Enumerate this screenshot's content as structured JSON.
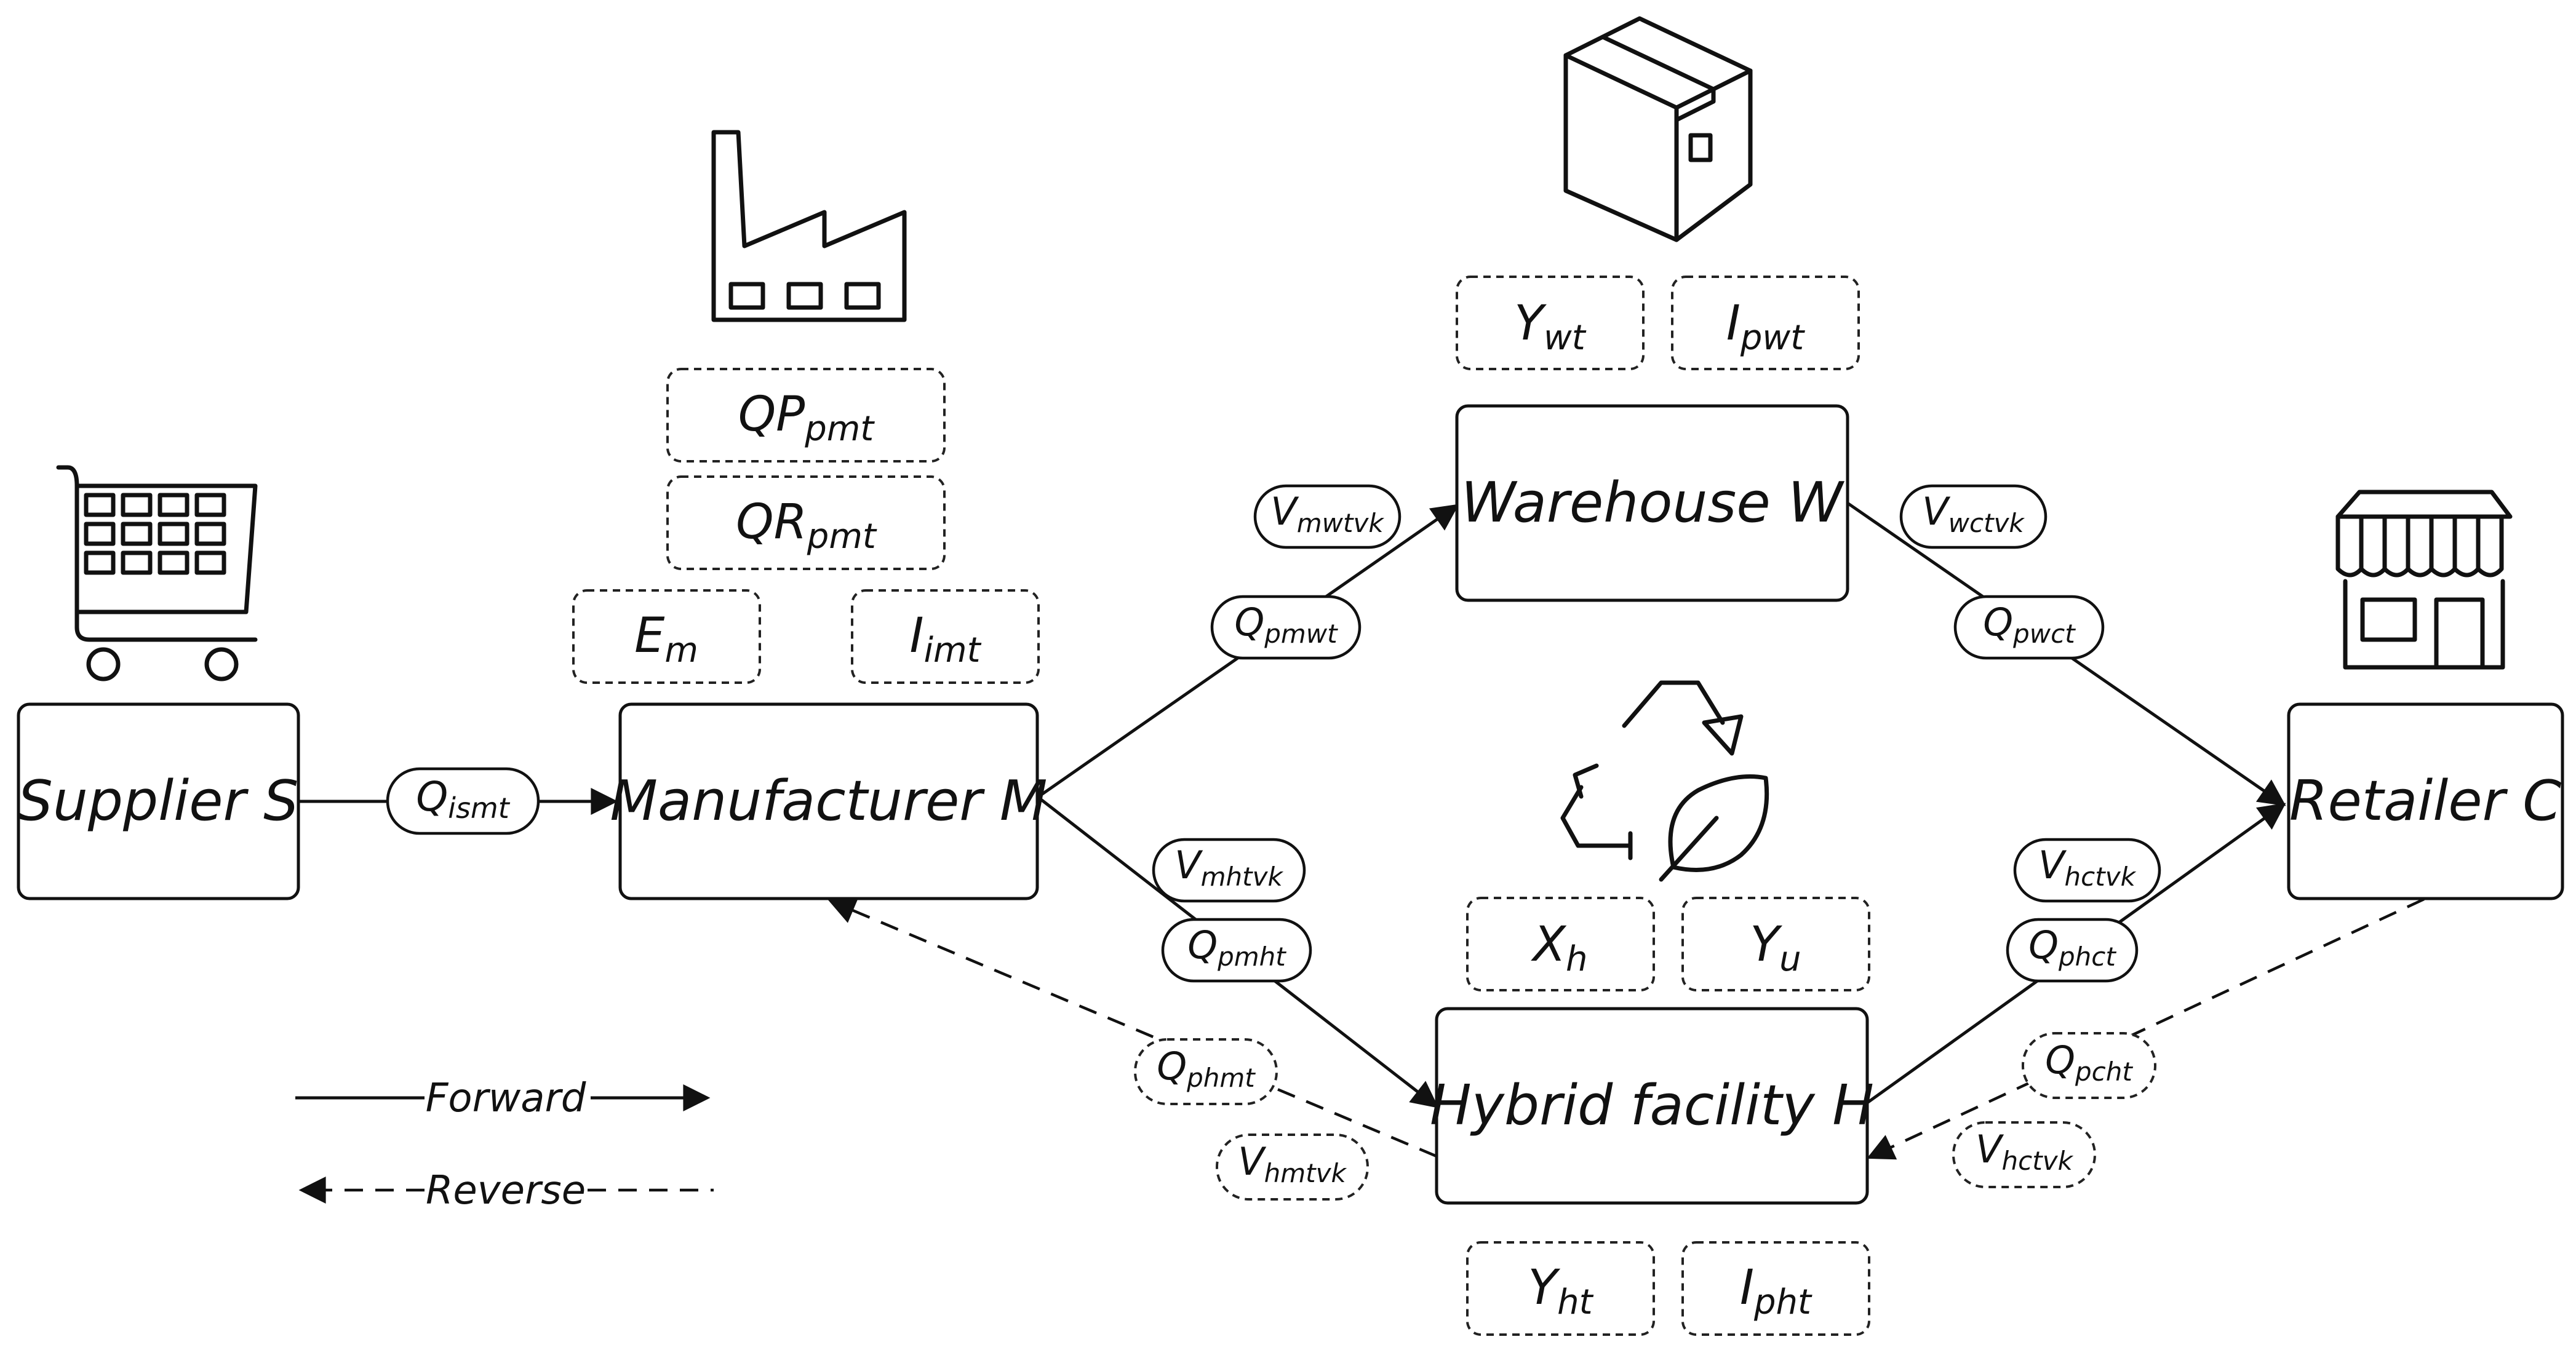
{
  "nodes": {
    "supplier": "Supplier S",
    "manufacturer": "Manufacturer M",
    "warehouse": "Warehouse W",
    "retailer": "Retailer C",
    "hybrid": "Hybrid facility H"
  },
  "variables": {
    "manufacturer": [
      {
        "base": "QP",
        "sub": "pmt"
      },
      {
        "base": "QR",
        "sub": "pmt"
      },
      {
        "base": "E",
        "sub": "m"
      },
      {
        "base": "I",
        "sub": "imt"
      }
    ],
    "warehouse": [
      {
        "base": "Y",
        "sub": "wt"
      },
      {
        "base": "I",
        "sub": "pwt"
      }
    ],
    "hybrid_top": [
      {
        "base": "X",
        "sub": "h"
      },
      {
        "base": "Y",
        "sub": "u"
      }
    ],
    "hybrid_bottom": [
      {
        "base": "Y",
        "sub": "ht"
      },
      {
        "base": "I",
        "sub": "pht"
      }
    ]
  },
  "flows": {
    "q_ismt": {
      "base": "Q",
      "sub": "ismt"
    },
    "v_mwtvk": {
      "base": "V",
      "sub": "mwtvk"
    },
    "q_pmwt": {
      "base": "Q",
      "sub": "pmwt"
    },
    "v_wctvk": {
      "base": "V",
      "sub": "wctvk"
    },
    "q_pwct": {
      "base": "Q",
      "sub": "pwct"
    },
    "v_mhtvk": {
      "base": "V",
      "sub": "mhtvk"
    },
    "q_pmht": {
      "base": "Q",
      "sub": "pmht"
    },
    "v_hctvk_fwd": {
      "base": "V",
      "sub": "hctvk"
    },
    "q_phct": {
      "base": "Q",
      "sub": "phct"
    },
    "q_phmt": {
      "base": "Q",
      "sub": "phmt"
    },
    "v_hmtvk": {
      "base": "V",
      "sub": "hmtvk"
    },
    "q_pcht": {
      "base": "Q",
      "sub": "pcht"
    },
    "v_hctvk_rev": {
      "base": "V",
      "sub": "hctvk"
    }
  },
  "legend": {
    "forward": "Forward",
    "reverse": "Reverse"
  },
  "icons": {
    "supplier": "shopping-cart-icon",
    "manufacturer": "factory-icon",
    "warehouse": "box-icon",
    "retailer": "storefront-icon",
    "hybrid": "recycle-leaf-icon"
  }
}
